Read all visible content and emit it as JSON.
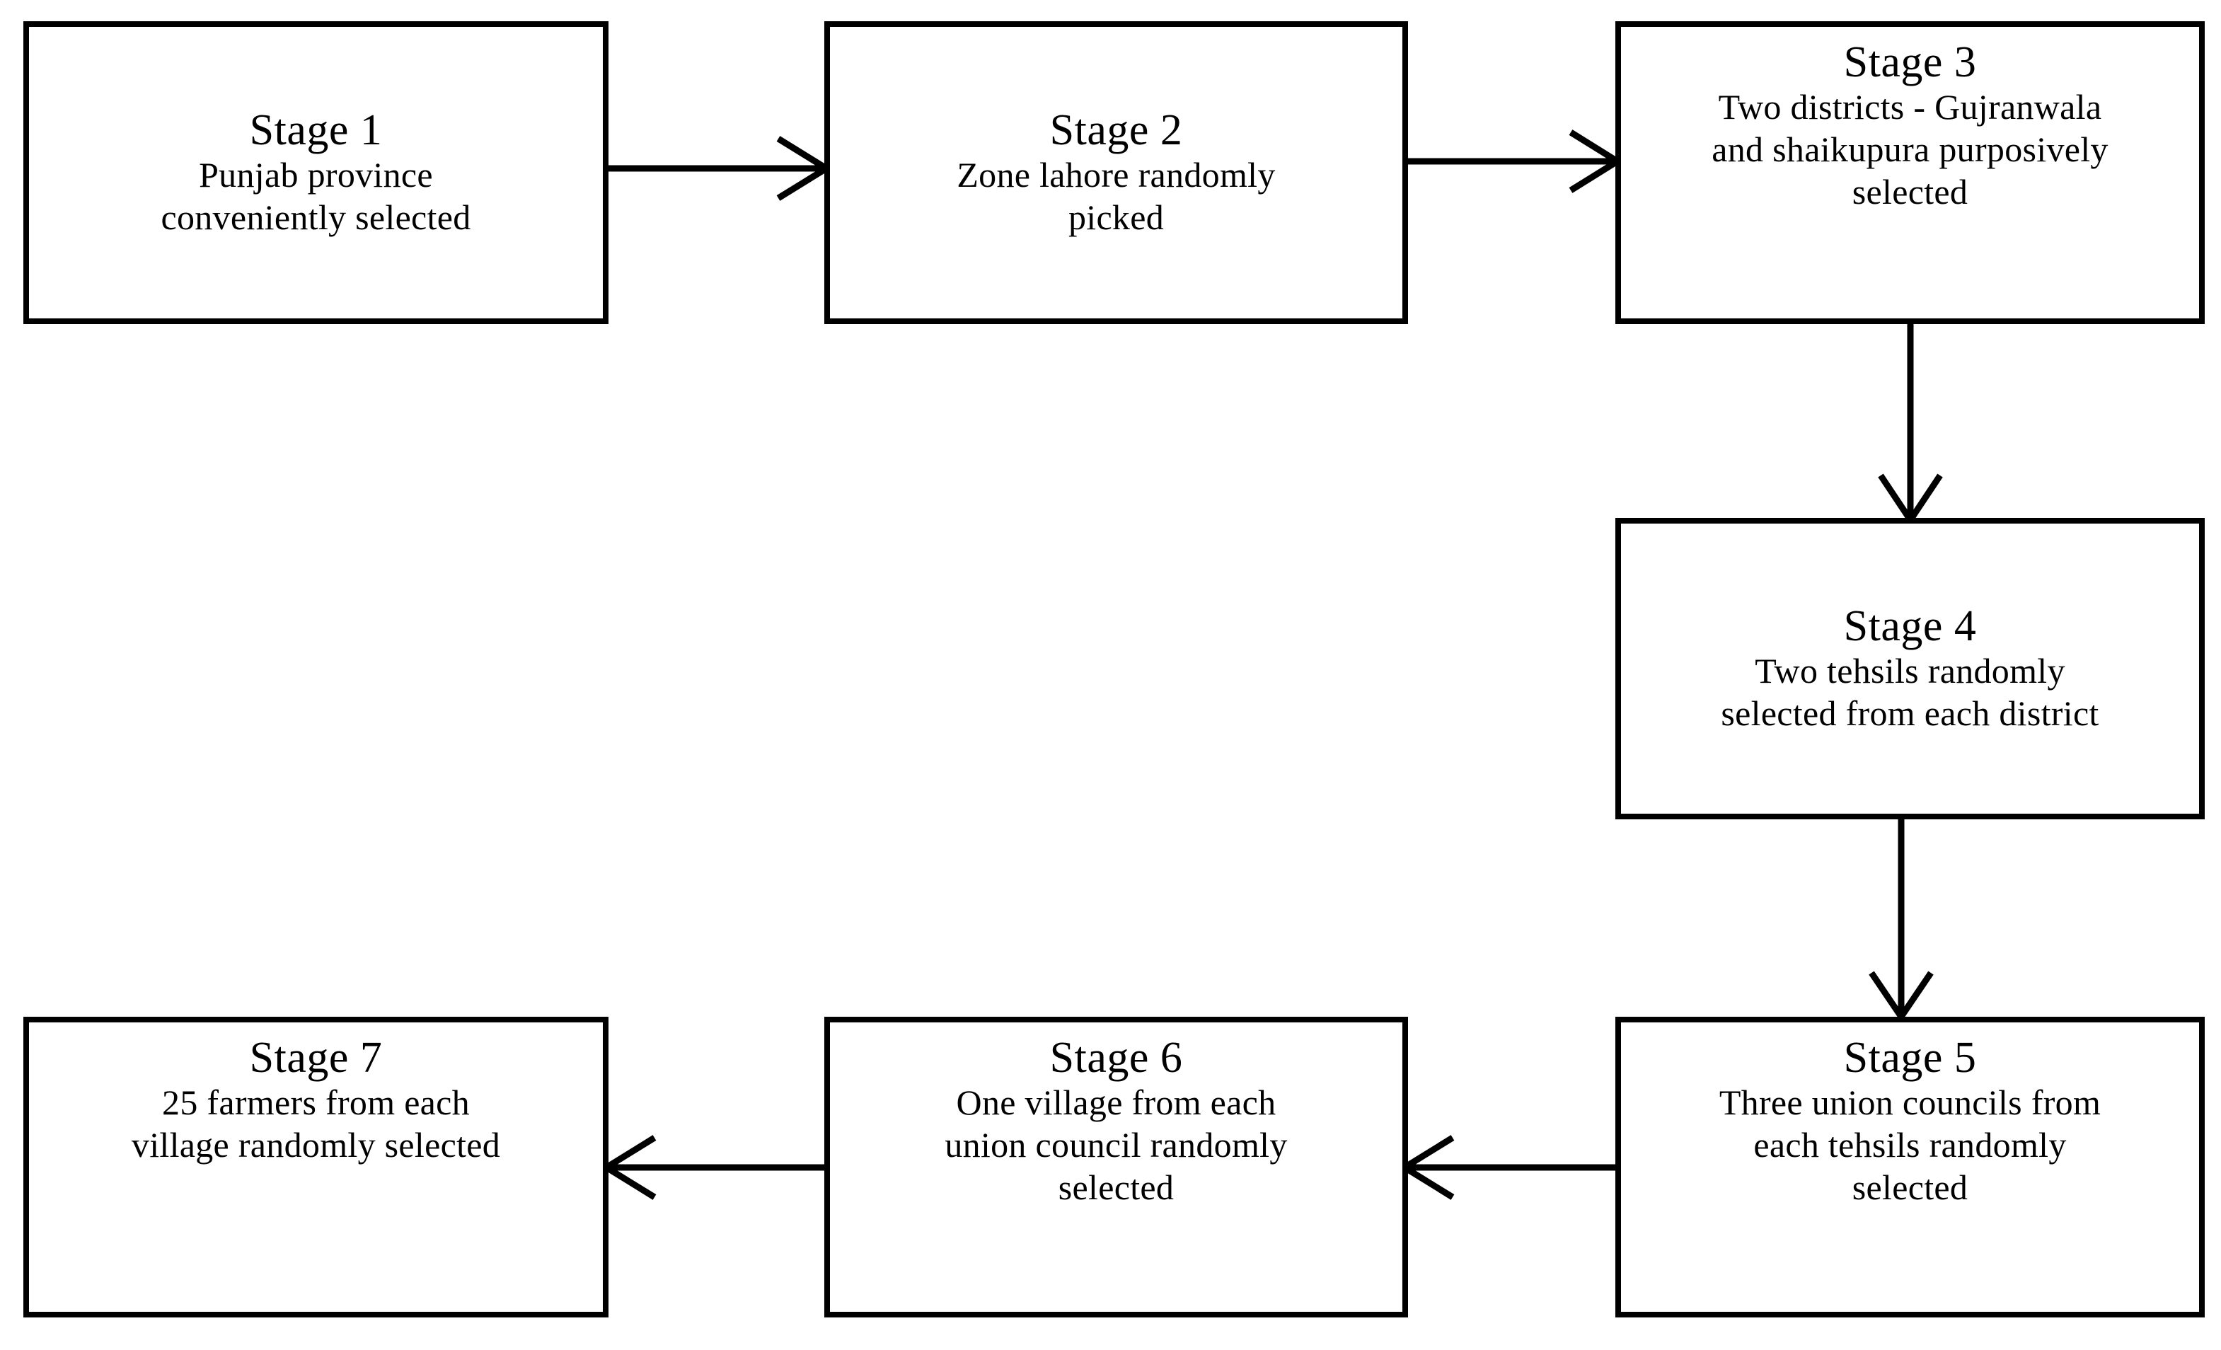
{
  "diagram": {
    "type": "flowchart",
    "orientation": "serpentine-horizontal",
    "background_color": "#ffffff",
    "line_color": "#000000",
    "box_border_color": "#000000",
    "box_fill_color": "#ffffff"
  },
  "stages": [
    {
      "id": "stage-1",
      "title": "Stage 1",
      "description": "Punjab province conveniently selected",
      "line1": "Punjab province",
      "line2": "conveniently  selected"
    },
    {
      "id": "stage-2",
      "title": "Stage 2",
      "description": "Zone lahore randomly picked",
      "line1": "Zone lahore randomly",
      "line2": "picked"
    },
    {
      "id": "stage-3",
      "title": "Stage 3",
      "description": "Two districts - Gujranwala and shaikupura purposively selected",
      "line1": "Two districts - Gujranwala",
      "line2": "and shaikupura  purposively",
      "line3": "selected"
    },
    {
      "id": "stage-4",
      "title": "Stage 4",
      "description": "Two tehsils randomly selected from each district",
      "line1": "Two tehsils randomly",
      "line2": "selected from each district"
    },
    {
      "id": "stage-5",
      "title": "Stage 5",
      "description": "Three union councils from each tehsils randomly selected",
      "line1": "Three union councils  from",
      "line2": "each tehsils randomly",
      "line3": "selected"
    },
    {
      "id": "stage-6",
      "title": "Stage 6",
      "description": "One village from each union council randomly selected",
      "line1": "One village  from  each",
      "line2": "union council randomly",
      "line3": "selected"
    },
    {
      "id": "stage-7",
      "title": "Stage 7",
      "description": "25 farmers from each village randomly selected",
      "line1": "25 farmers  from  each",
      "line2": "village  randomly  selected"
    }
  ],
  "connectors": [
    {
      "id": "arrow-stage1-stage2",
      "from": "stage-1",
      "to": "stage-2",
      "direction": "right"
    },
    {
      "id": "arrow-stage2-stage3",
      "from": "stage-2",
      "to": "stage-3",
      "direction": "right"
    },
    {
      "id": "arrow-stage3-stage4",
      "from": "stage-3",
      "to": "stage-4",
      "direction": "down"
    },
    {
      "id": "arrow-stage4-stage5",
      "from": "stage-4",
      "to": "stage-5",
      "direction": "down"
    },
    {
      "id": "arrow-stage5-stage6",
      "from": "stage-5",
      "to": "stage-6",
      "direction": "left"
    },
    {
      "id": "arrow-stage6-stage7",
      "from": "stage-6",
      "to": "stage-7",
      "direction": "left"
    }
  ]
}
